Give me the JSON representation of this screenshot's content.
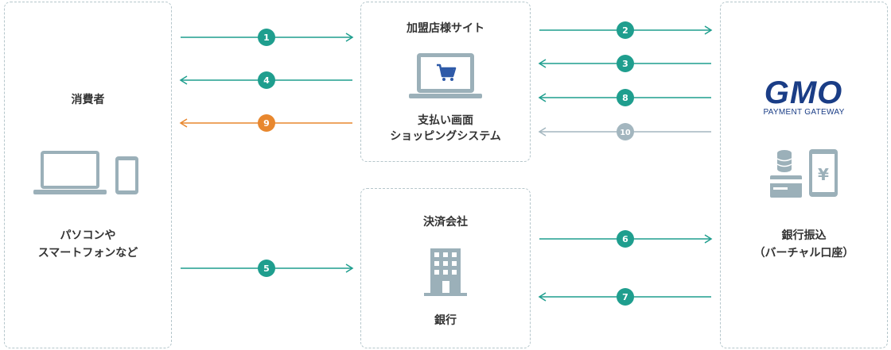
{
  "consumer": {
    "title": "消費者",
    "device_line1": "パソコンや",
    "device_line2": "スマートフォンなど"
  },
  "merchant": {
    "title": "加盟店様サイト",
    "line1": "支払い画面",
    "line2": "ショッピングシステム"
  },
  "settlement": {
    "title": "決済会社",
    "bank": "銀行"
  },
  "gmo": {
    "logo": "GMO",
    "subtitle": "PAYMENT GATEWAY",
    "line1": "銀行振込",
    "line2": "（バーチャル口座）"
  },
  "steps": [
    "1",
    "2",
    "3",
    "4",
    "5",
    "6",
    "7",
    "8",
    "9",
    "10"
  ],
  "colors": {
    "teal": "#1f9e8e",
    "orange": "#e8872e",
    "gray": "#a3b6bf",
    "icon": "#9bb0b9",
    "cart": "#2e5aa8",
    "gmo_blue": "#1a3d86"
  }
}
